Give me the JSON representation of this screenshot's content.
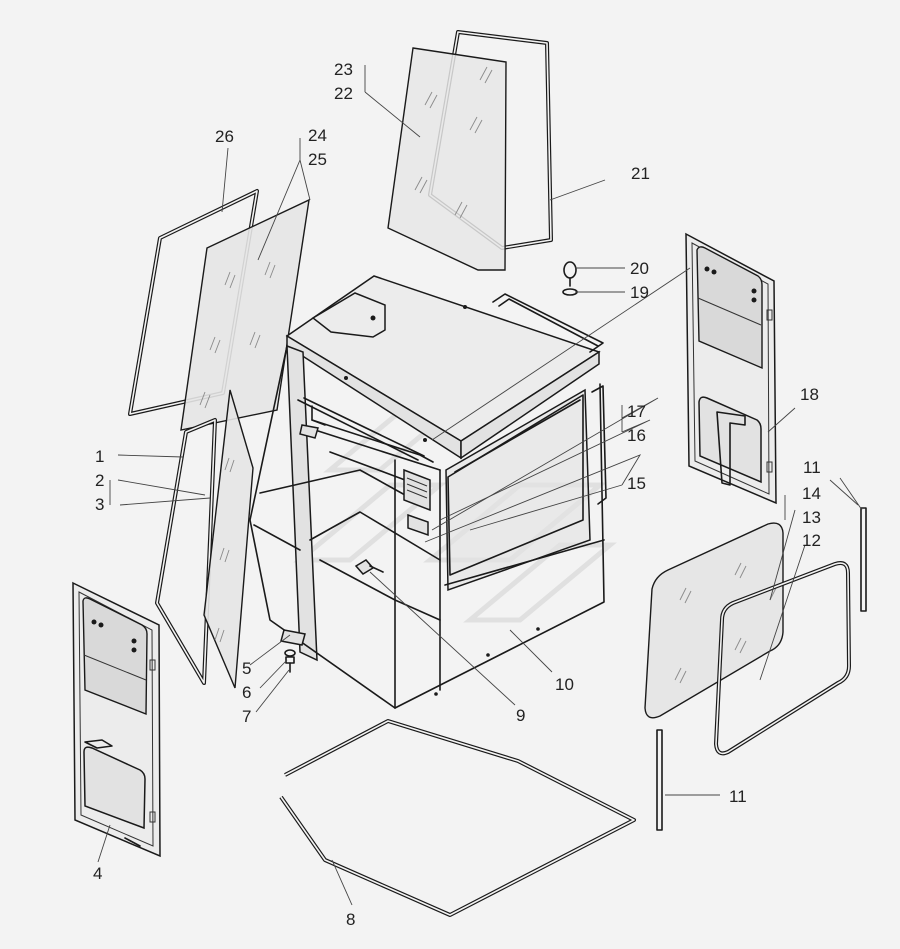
{
  "callouts": [
    {
      "id": "1",
      "text": "1"
    },
    {
      "id": "2",
      "text": "2"
    },
    {
      "id": "3",
      "text": "3"
    },
    {
      "id": "4",
      "text": "4"
    },
    {
      "id": "5",
      "text": "5"
    },
    {
      "id": "6",
      "text": "6"
    },
    {
      "id": "7",
      "text": "7"
    },
    {
      "id": "8",
      "text": "8"
    },
    {
      "id": "9",
      "text": "9"
    },
    {
      "id": "10",
      "text": "10"
    },
    {
      "id": "11a",
      "text": "11"
    },
    {
      "id": "11b",
      "text": "11"
    },
    {
      "id": "12",
      "text": "12"
    },
    {
      "id": "13",
      "text": "13"
    },
    {
      "id": "14",
      "text": "14"
    },
    {
      "id": "15",
      "text": "15"
    },
    {
      "id": "16",
      "text": "16"
    },
    {
      "id": "17",
      "text": "17"
    },
    {
      "id": "18",
      "text": "18"
    },
    {
      "id": "19",
      "text": "19"
    },
    {
      "id": "20",
      "text": "20"
    },
    {
      "id": "21",
      "text": "21"
    },
    {
      "id": "22",
      "text": "22"
    },
    {
      "id": "23",
      "text": "23"
    },
    {
      "id": "24",
      "text": "24"
    },
    {
      "id": "25",
      "text": "25"
    },
    {
      "id": "26",
      "text": "26"
    }
  ],
  "colors": {
    "line": "#1a1a1a",
    "background": "#f3f3f3",
    "glass": "#e6e6e6"
  }
}
